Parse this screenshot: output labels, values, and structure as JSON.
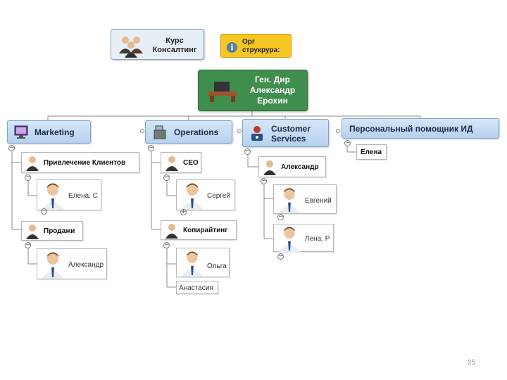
{
  "top": {
    "course_box": "Курс Консалтинг",
    "org_note": "Орг струкрура:"
  },
  "root": {
    "title": "Ген. Дир Александр Ерохин"
  },
  "departments": [
    {
      "label": "Marketing",
      "icon": "monitor-icon",
      "color": "#b6d1ef",
      "children": [
        {
          "label": "Привлечение Клиентов",
          "members": [
            "Елена. С"
          ]
        },
        {
          "label": "Продажи",
          "members": [
            "Александр"
          ]
        }
      ]
    },
    {
      "label": "Operations",
      "icon": "cash-register-icon",
      "children": [
        {
          "label": "CEO",
          "members": [
            "Сергей"
          ]
        },
        {
          "label": "Копирайтинг",
          "members": [
            "Ольга",
            "Анастасия"
          ]
        }
      ]
    },
    {
      "label": "Customer Services",
      "icon": "user-lock-icon",
      "children": [
        {
          "label": "Александр",
          "members": [
            "Евгений",
            "Лена. Р"
          ]
        }
      ]
    },
    {
      "label": "Персональный помощник ИД",
      "icon": "",
      "children": [
        {
          "label": "Елена",
          "members": []
        }
      ]
    }
  ],
  "colors": {
    "root": "#3f8e4e",
    "department": "#b6d1ef",
    "note": "#f6c623"
  },
  "page_number": "25"
}
